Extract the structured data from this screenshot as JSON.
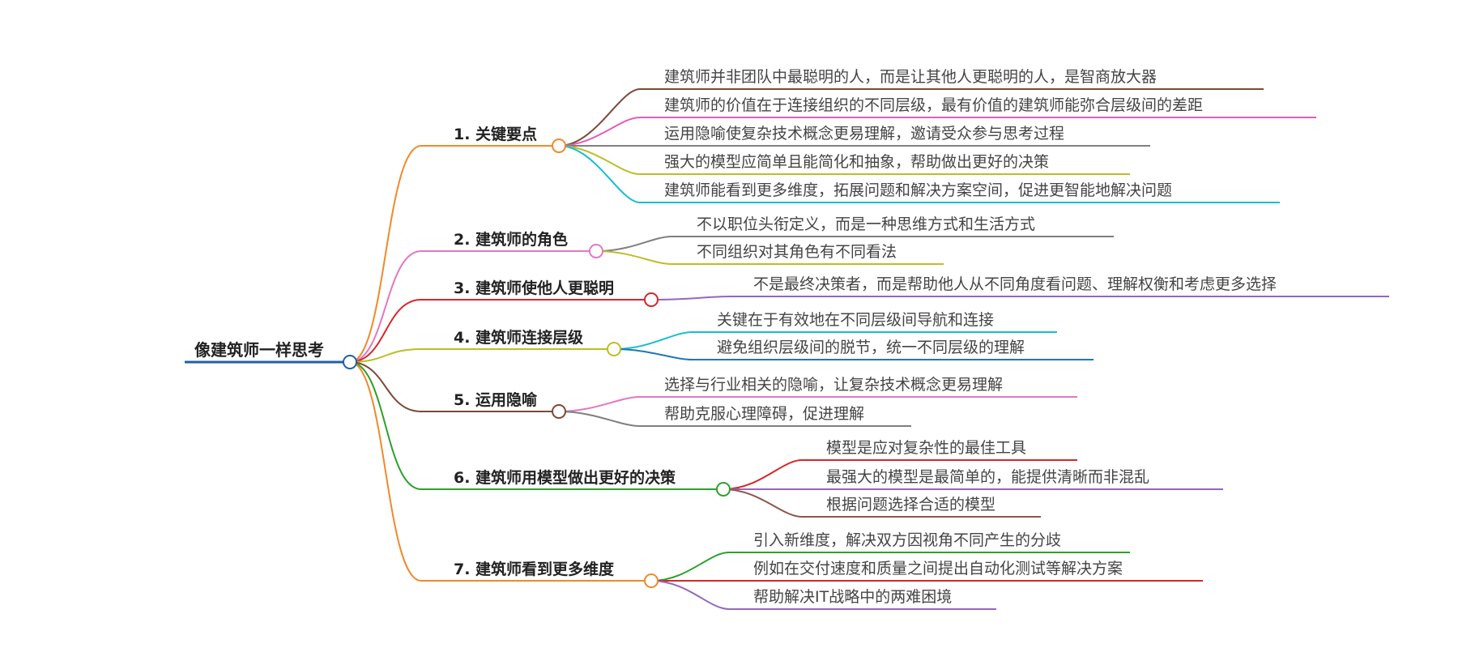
{
  "root": {
    "label": "像建筑师一样思考",
    "color": "#1f5fa8"
  },
  "branches": [
    {
      "label": "1. 关键要点",
      "color": "#f0892b",
      "leaves": [
        {
          "text": "建筑师并非团队中最聪明的人，而是让其他人更聪明的人，是智商放大器",
          "color": "#7a4a3a"
        },
        {
          "text": "建筑师的价值在于连接组织的不同层级，最有价值的建筑师能弥合层级间的差距",
          "color": "#e85bb6"
        },
        {
          "text": "运用隐喻使复杂技术概念更易理解，邀请受众参与思考过程",
          "color": "#7f7f7f"
        },
        {
          "text": "强大的模型应简单且能简化和抽象，帮助做出更好的决策",
          "color": "#bdbd2a"
        },
        {
          "text": "建筑师能看到更多维度，拓展问题和解决方案空间，促进更智能地解决问题",
          "color": "#17becf"
        }
      ]
    },
    {
      "label": "2. 建筑师的角色",
      "color": "#e377c2",
      "leaves": [
        {
          "text": "不以职位头衔定义，而是一种思维方式和生活方式",
          "color": "#7f7f7f"
        },
        {
          "text": "不同组织对其角色有不同看法",
          "color": "#bdbd2a"
        }
      ]
    },
    {
      "label": "3. 建筑师使他人更聪明",
      "color": "#d62728",
      "leaves": [
        {
          "text": "不是最终决策者，而是帮助他人从不同角度看问题、理解权衡和考虑更多选择",
          "color": "#9467bd"
        }
      ]
    },
    {
      "label": "4. 建筑师连接层级",
      "color": "#bcbd22",
      "leaves": [
        {
          "text": "关键在于有效地在不同层级间导航和连接",
          "color": "#17becf"
        },
        {
          "text": "避免组织层级间的脱节，统一不同层级的理解",
          "color": "#1f77b4"
        }
      ]
    },
    {
      "label": "5. 运用隐喻",
      "color": "#7a4a3a",
      "leaves": [
        {
          "text": "选择与行业相关的隐喻，让复杂技术概念更易理解",
          "color": "#e377c2"
        },
        {
          "text": "帮助克服心理障碍，促进理解",
          "color": "#7f7f7f"
        }
      ]
    },
    {
      "label": "6. 建筑师用模型做出更好的决策",
      "color": "#2ca02c",
      "leaves": [
        {
          "text": "模型是应对复杂性的最佳工具",
          "color": "#d62728"
        },
        {
          "text": "最强大的模型是最简单的，能提供清晰而非混乱",
          "color": "#9467bd"
        },
        {
          "text": "根据问题选择合适的模型",
          "color": "#8c564b"
        }
      ]
    },
    {
      "label": "7. 建筑师看到更多维度",
      "color": "#f0892b",
      "leaves": [
        {
          "text": "引入新维度，解决双方因视角不同产生的分歧",
          "color": "#2ca02c"
        },
        {
          "text": "例如在交付速度和质量之间提出自动化测试等解决方案",
          "color": "#d62728"
        },
        {
          "text": "帮助解决IT战略中的两难困境",
          "color": "#9467bd"
        }
      ]
    }
  ]
}
